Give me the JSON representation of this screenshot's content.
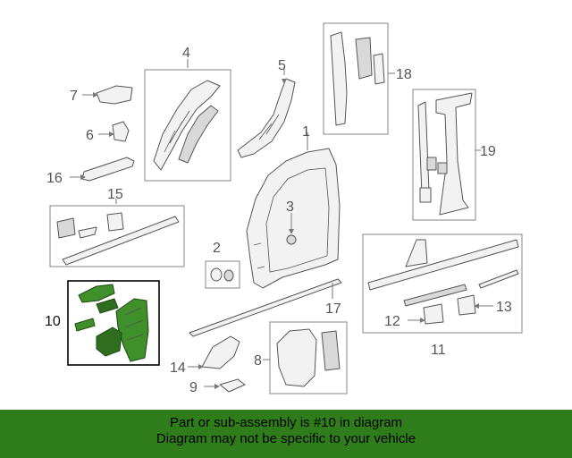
{
  "callouts": {
    "c1": "1",
    "c2": "2",
    "c3": "3",
    "c4": "4",
    "c5": "5",
    "c6": "6",
    "c7": "7",
    "c8": "8",
    "c9": "9",
    "c10": "10",
    "c11": "11",
    "c12": "12",
    "c13": "13",
    "c14": "14",
    "c15": "15",
    "c16": "16",
    "c17": "17",
    "c18": "18",
    "c19": "19"
  },
  "banner": {
    "line1": "Part or sub-assembly is #10 in diagram",
    "line2": "Diagram may not be specific to your vehicle"
  },
  "colors": {
    "highlight": "#3f8f2a",
    "banner": "#2e7d1a"
  }
}
